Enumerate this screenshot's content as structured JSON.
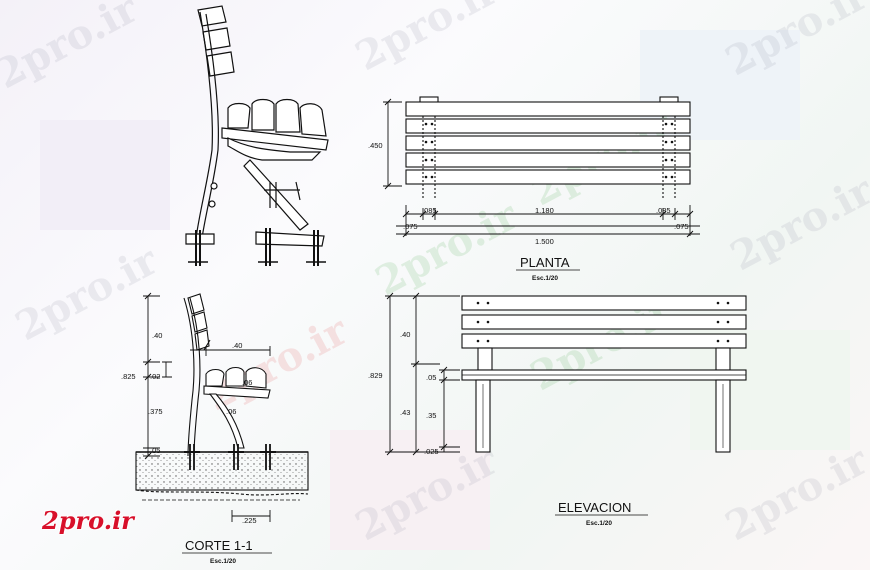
{
  "watermark": "2pro.ir",
  "logo_text": "2pro.ir",
  "planta": {
    "title": "PLANTA",
    "scale": "Esc.1/20",
    "dim_depth": ".450",
    "dim_left_small": ".085",
    "dim_middle": "1.180",
    "dim_right_small": ".085",
    "dim_left_edge": ".075",
    "dim_right_edge": ".075",
    "dim_total": "1.500"
  },
  "corte": {
    "title": "CORTE 1-1",
    "scale": "Esc.1/20",
    "dim_total_height": ".825",
    "dim_back": ".40",
    "dim_gap": ".02",
    "dim_seat_height": ".375",
    "dim_foot": ".05",
    "dim_seat_depth": ".40",
    "dim_seat_tilt": ".06",
    "dim_support": ".06",
    "dim_base": ".225"
  },
  "elevacion": {
    "title": "ELEVACION",
    "scale": "Esc.1/20",
    "dim_total_height": ".829",
    "dim_back": ".40",
    "dim_lower": ".43",
    "dim_seat_thick": ".05",
    "dim_leg": ".35",
    "dim_foot": ".025"
  }
}
